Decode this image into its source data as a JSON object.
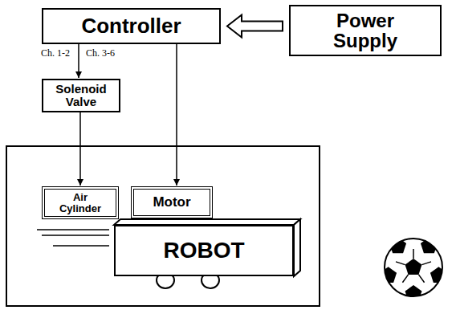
{
  "diagram": {
    "nodes": [
      {
        "text": [
          "Controller"
        ]
      },
      {
        "text": [
          "Power Supply"
        ]
      },
      {
        "text": [
          "Solenoid Valve"
        ]
      },
      {
        "text": [
          "Air Cylinder"
        ]
      },
      {
        "text": [
          "Motor"
        ]
      },
      {
        "text": [
          "ROBOT"
        ]
      }
    ],
    "edges": [
      {
        "from": 1,
        "to": 0,
        "arrow": "to"
      },
      {
        "from": 0,
        "to": 2,
        "arrow": "to"
      },
      {
        "from": 2,
        "to": 3,
        "arrow": "to"
      },
      {
        "from": 0,
        "to": 4,
        "arrow": "to"
      }
    ],
    "labels": [
      "Ch. 1-2",
      "Ch. 3-6"
    ]
  }
}
